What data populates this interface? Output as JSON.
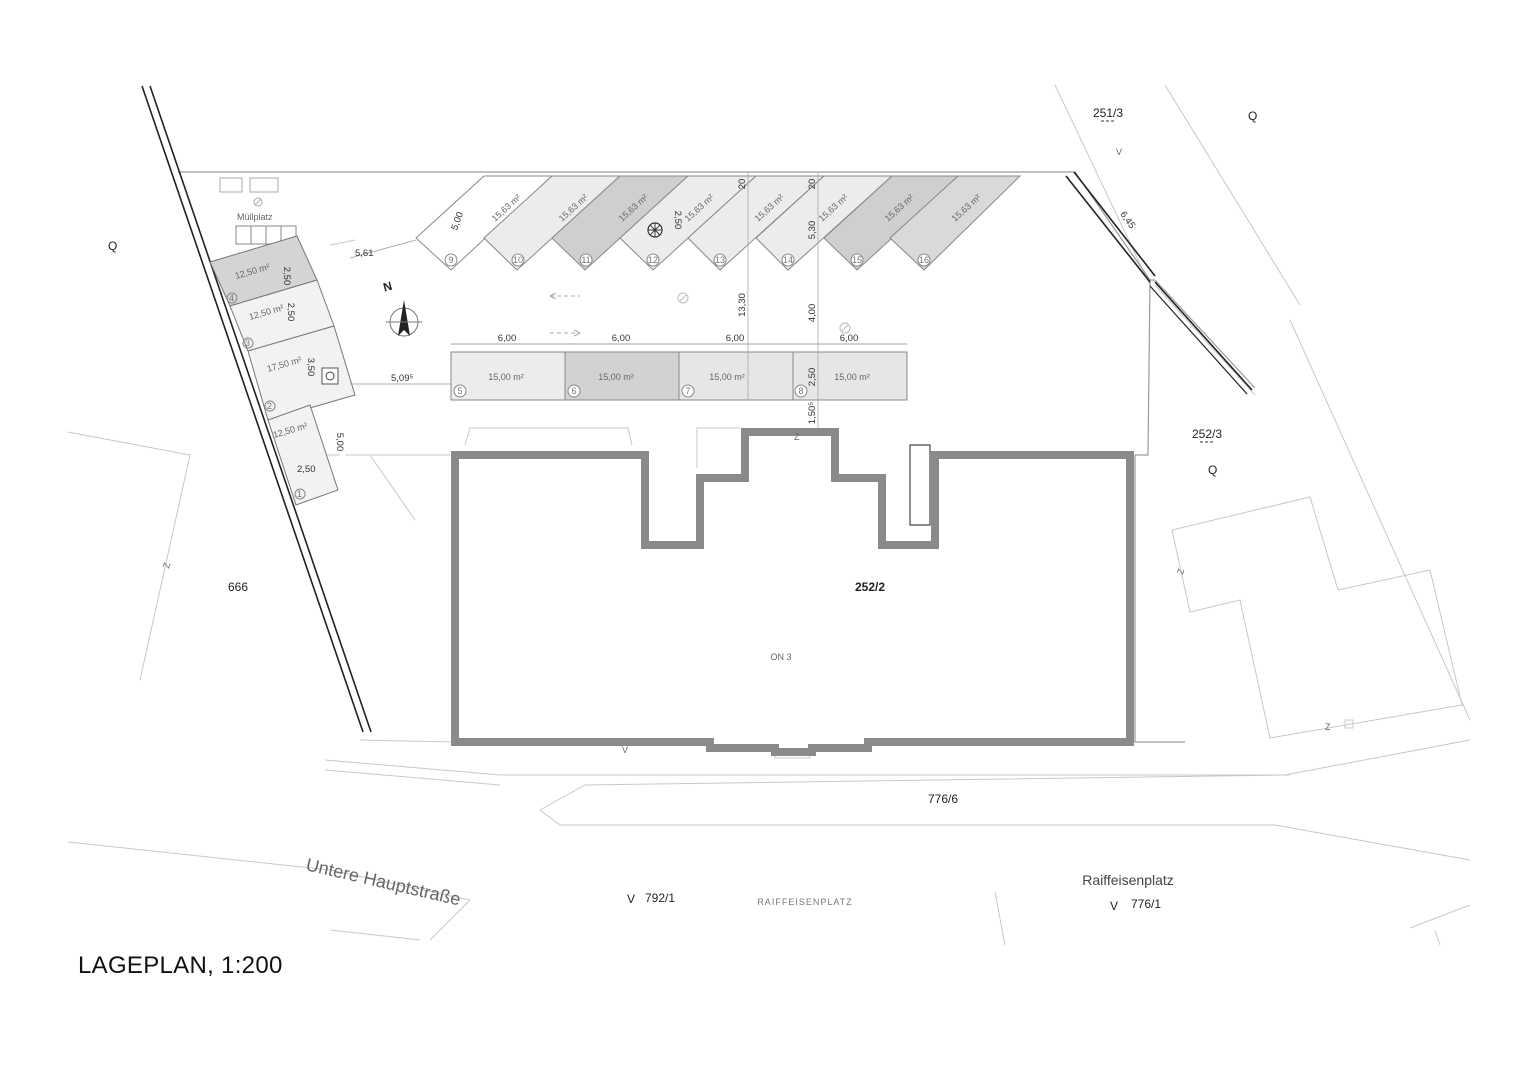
{
  "title": "LAGEPLAN, 1:200",
  "parcels": {
    "main": "252/2",
    "west": "666",
    "northeast": "251/3",
    "east": "252/3",
    "street_parcel": "776/6",
    "south_left": "792/1",
    "south_right": "776/1"
  },
  "zoning": "ON 3",
  "street_labels": {
    "hauptstrasse": "Untere Hauptstraße",
    "raiffeisenplatz": "Raiffeisenplatz",
    "raiffeisenplatz_caps": "RAIFFEISENPLATZ"
  },
  "symbols": {
    "q": "Q",
    "v": "V",
    "north": "N",
    "z": "Z"
  },
  "muellplatz": "Müllplatz",
  "west_parking": [
    {
      "num": "4",
      "area": "12,50 m²",
      "dim": "2,50"
    },
    {
      "num": "3",
      "area": "12,50 m²",
      "dim": "2,50"
    },
    {
      "num": "2",
      "area": "17,50 m²",
      "dim": "3,50"
    },
    {
      "num": "1",
      "area": "12,50 m²",
      "dim": "2,50"
    }
  ],
  "west_dim_500": "5,00",
  "angled_parking": [
    {
      "num": "9",
      "area": "",
      "dim": "5,00"
    },
    {
      "num": "10",
      "area": "15,63 m²"
    },
    {
      "num": "11",
      "area": "15,63 m²"
    },
    {
      "num": "12",
      "area": "15,63 m²",
      "dim": "2,50"
    },
    {
      "num": "13",
      "area": "15,63 m²"
    },
    {
      "num": "14",
      "area": "15,63 m²"
    },
    {
      "num": "15",
      "area": "15,63 m²"
    },
    {
      "num": "16",
      "area": "15,63 m²"
    }
  ],
  "row_parking": [
    {
      "num": "5",
      "area": "15,00 m²",
      "width": "6,00"
    },
    {
      "num": "6",
      "area": "15,00 m²",
      "width": "6,00"
    },
    {
      "num": "7",
      "area": "15,00 m²",
      "width": "6,00"
    },
    {
      "num": "8",
      "area": "15,00 m²",
      "width": "6,00"
    }
  ],
  "dimensions": {
    "d561": "5,61",
    "d509": "5,09⁵",
    "d645": "6,45",
    "d1330": "13,30",
    "d400": "4,00",
    "d530": "5,30",
    "d250": "2,50",
    "d150": "1,50⁵",
    "d20a": "20",
    "d20b": "20"
  }
}
